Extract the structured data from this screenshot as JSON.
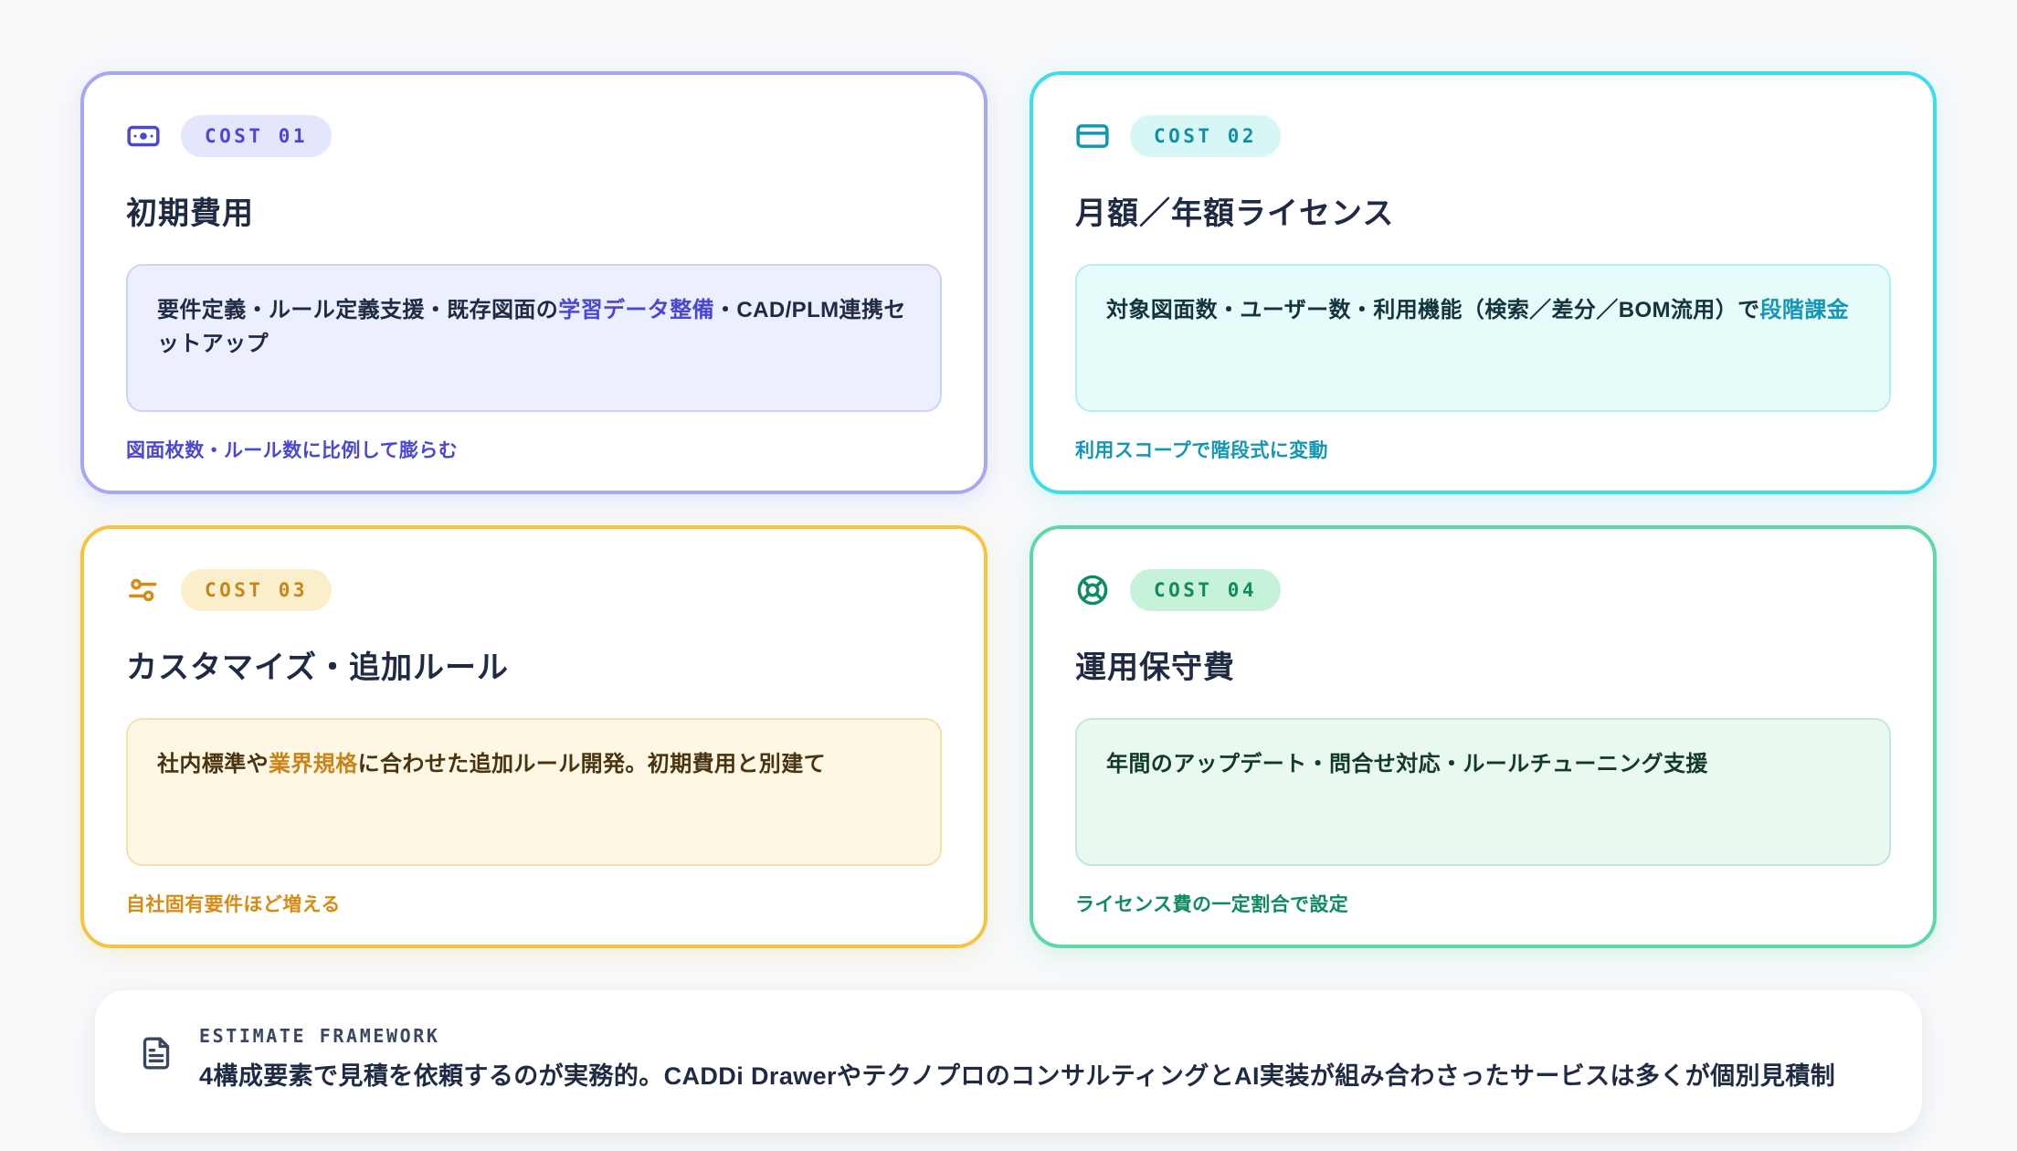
{
  "theme": {
    "background": "#f7f9fb",
    "card_background": "#ffffff",
    "accent_1": "#4a47d6",
    "accent_2": "#1496b5",
    "accent_3": "#d98a13",
    "accent_4": "#0e8c5e",
    "title_color": "#1f2a44"
  },
  "cards": [
    {
      "icon": "banknote-icon",
      "badge": "COST 01",
      "title": "初期費用",
      "body_prefix": "要件定義・ルール定義支援・既存図面の",
      "body_highlight": "学習データ整備",
      "body_suffix": "・CAD/PLM連携セットアップ",
      "note": "図面枚数・ルール数に比例して膨らむ",
      "border_color": "#a5a9f5",
      "badge_bg": "#e4e7fb",
      "body_bg": "#ecefff"
    },
    {
      "icon": "credit-card-icon",
      "badge": "COST 02",
      "title": "月額／年額ライセンス",
      "body_prefix": "対象図面数・ユーザー数・利用機能（検索／差分／BOM流用）で",
      "body_highlight": "段階課金",
      "body_suffix": "",
      "note": "利用スコープで階段式に変動",
      "border_color": "#3ddcee",
      "badge_bg": "#d6f7f6",
      "body_bg": "#e6fcfb"
    },
    {
      "icon": "sliders-icon",
      "badge": "COST 03",
      "title": "カスタマイズ・追加ルール",
      "body_prefix": "社内標準や",
      "body_highlight": "業界規格",
      "body_suffix": "に合わせた追加ルール開発。初期費用と別建て",
      "note": "自社固有要件ほど増える",
      "border_color": "#f5c542",
      "badge_bg": "#fbeecb",
      "body_bg": "#fdf7e4"
    },
    {
      "icon": "life-buoy-icon",
      "badge": "COST 04",
      "title": "運用保守費",
      "body_prefix": "年間のアップデート・問合せ対応・ルールチューニング支援",
      "body_highlight": "",
      "body_suffix": "",
      "note": "ライセンス費の一定割合で設定",
      "border_color": "#5ed9a6",
      "badge_bg": "#c6f2da",
      "body_bg": "#e9f9f0"
    }
  ],
  "footer": {
    "icon": "file-text-icon",
    "kicker": "ESTIMATE FRAMEWORK",
    "message": "4構成要素で見積を依頼するのが実務的。CADDi DrawerやテクノプロのコンサルティングとAI実装が組み合わさったサービスは多くが個別見積制"
  }
}
